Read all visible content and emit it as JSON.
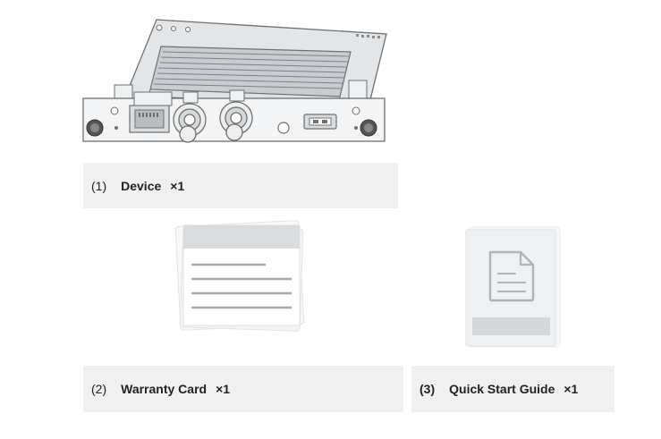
{
  "items": [
    {
      "number": "(1)",
      "name": "Device",
      "quantity": "×1",
      "illustration": "device-board"
    },
    {
      "number": "(2)",
      "name": "Warranty Card",
      "quantity": "×1",
      "illustration": "card-stack"
    },
    {
      "number": "(3)",
      "name": "Quick Start Guide",
      "quantity": "×1",
      "illustration": "booklet-doc-icon"
    }
  ],
  "colors": {
    "label_bg": "#f0f0f0",
    "line_art": "#6f6f6f",
    "card_header": "#d9dcdf",
    "card_lines": "#a6a9ad"
  }
}
